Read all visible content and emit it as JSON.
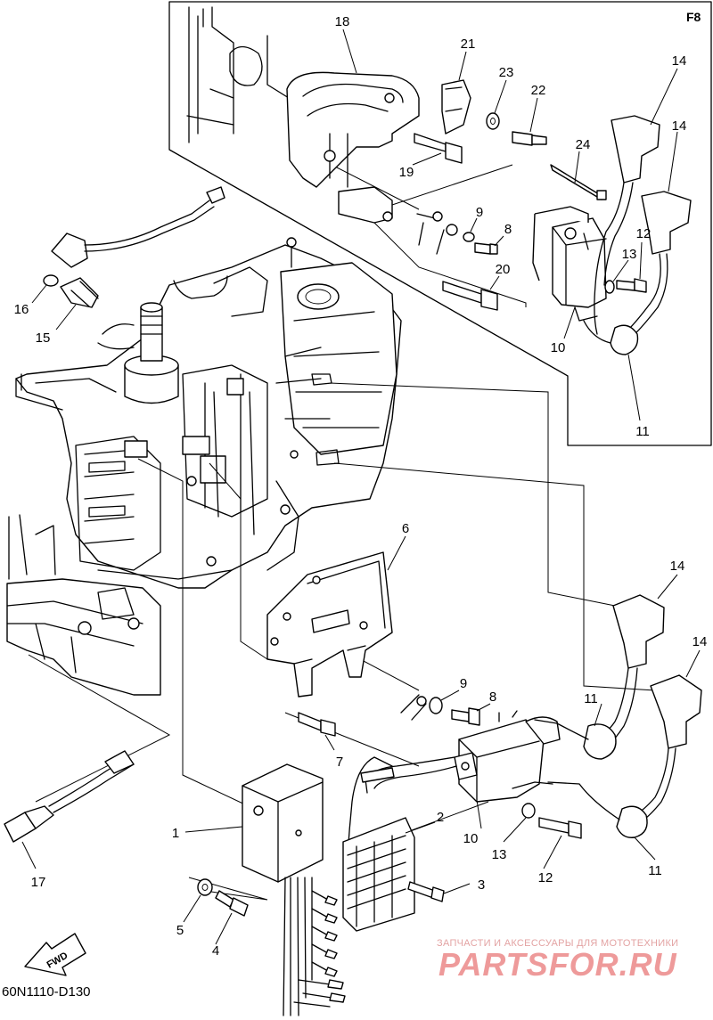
{
  "frame_label": "F8",
  "diagram_code": "60N1110-D130",
  "fwd_label": "FWD",
  "watermark": {
    "line1": "ЗАПЧАСТИ И АКСЕССУАРЫ ДЛЯ МОТОТЕХНИКИ",
    "line2": "PARTSFOR.RU"
  },
  "callouts": {
    "c1": "1",
    "c2": "2",
    "c3": "3",
    "c4": "4",
    "c5": "5",
    "c6": "6",
    "c7": "7",
    "c8a": "8",
    "c8b": "8",
    "c9a": "9",
    "c9b": "9",
    "c10a": "10",
    "c10b": "10",
    "c11a": "11",
    "c11b": "11",
    "c11c": "11",
    "c12a": "12",
    "c12b": "12",
    "c13a": "13",
    "c13b": "13",
    "c14a": "14",
    "c14b": "14",
    "c14c": "14",
    "c14d": "14",
    "c15": "15",
    "c16": "16",
    "c17": "17",
    "c18": "18",
    "c19": "19",
    "c20": "20",
    "c21": "21",
    "c22": "22",
    "c23": "23",
    "c24": "24"
  }
}
